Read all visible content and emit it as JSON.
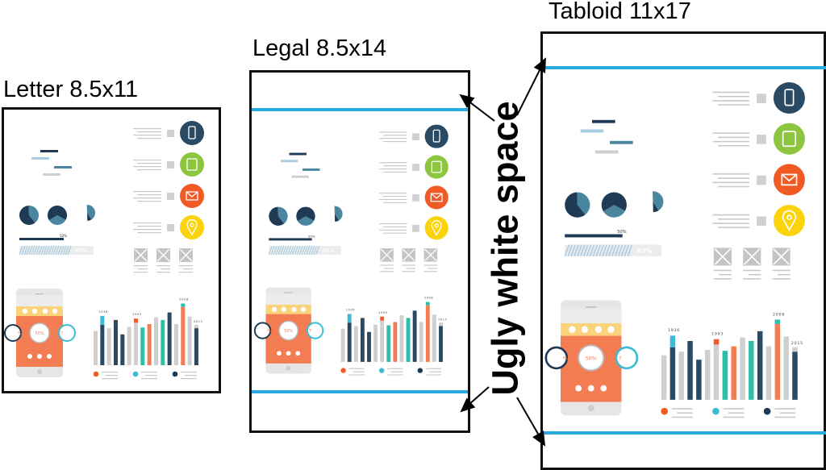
{
  "labels": {
    "letter": "Letter 8.5x11",
    "legal": "Legal 8.5x14",
    "tabloid": "Tabloid 11x17",
    "annotation": "Ugly white space"
  },
  "colors": {
    "dark": "#2a4a63",
    "navy": "#1f3a55",
    "mid": "#4a86a0",
    "light": "#a9cde2",
    "gray": "#cfcfcf",
    "cyan": "#3bbcd4",
    "teal": "#2fbfa8",
    "orange": "#f47c53",
    "red": "#f15a24",
    "green": "#8cc63f",
    "yellow": "#fbd30a",
    "phone_band": "#fbd37a",
    "guide_blue": "#29abe2"
  },
  "infographic": {
    "icons": [
      "phone-icon",
      "tablet-icon",
      "mail-icon",
      "location-pin-icon"
    ],
    "progress_label": "50%",
    "hatched_label": "67%",
    "phone_center_label": "50%",
    "phone_left_label": "%",
    "phone_right_label": "7",
    "bars": [
      {
        "value": 50,
        "color": "gray"
      },
      {
        "value": 59,
        "cap": 13,
        "color": "dark",
        "cap_color": "cyan",
        "label": "1936"
      },
      {
        "value": 54,
        "color": "gray"
      },
      {
        "value": 66,
        "color": "dark"
      },
      {
        "value": 45,
        "color": "dark"
      },
      {
        "value": 56,
        "color": "gray"
      },
      {
        "value": 62,
        "cap": 6,
        "color": "gray",
        "cap_color": "red",
        "label": "1993"
      },
      {
        "value": 55,
        "color": "teal"
      },
      {
        "value": 60,
        "color": "orange"
      },
      {
        "value": 70,
        "color": "gray"
      },
      {
        "value": 66,
        "color": "teal"
      },
      {
        "value": 77,
        "color": "dark"
      },
      {
        "value": 60,
        "color": "gray"
      },
      {
        "value": 85,
        "cap": 5,
        "color": "orange",
        "cap_color": "teal",
        "label": "2008"
      },
      {
        "value": 71,
        "color": "gray"
      },
      {
        "value": 54,
        "cap": 5,
        "color": "dark",
        "cap_color": "gray",
        "label": "2015"
      }
    ],
    "legend_colors": [
      "red",
      "cyan",
      "navy"
    ]
  }
}
